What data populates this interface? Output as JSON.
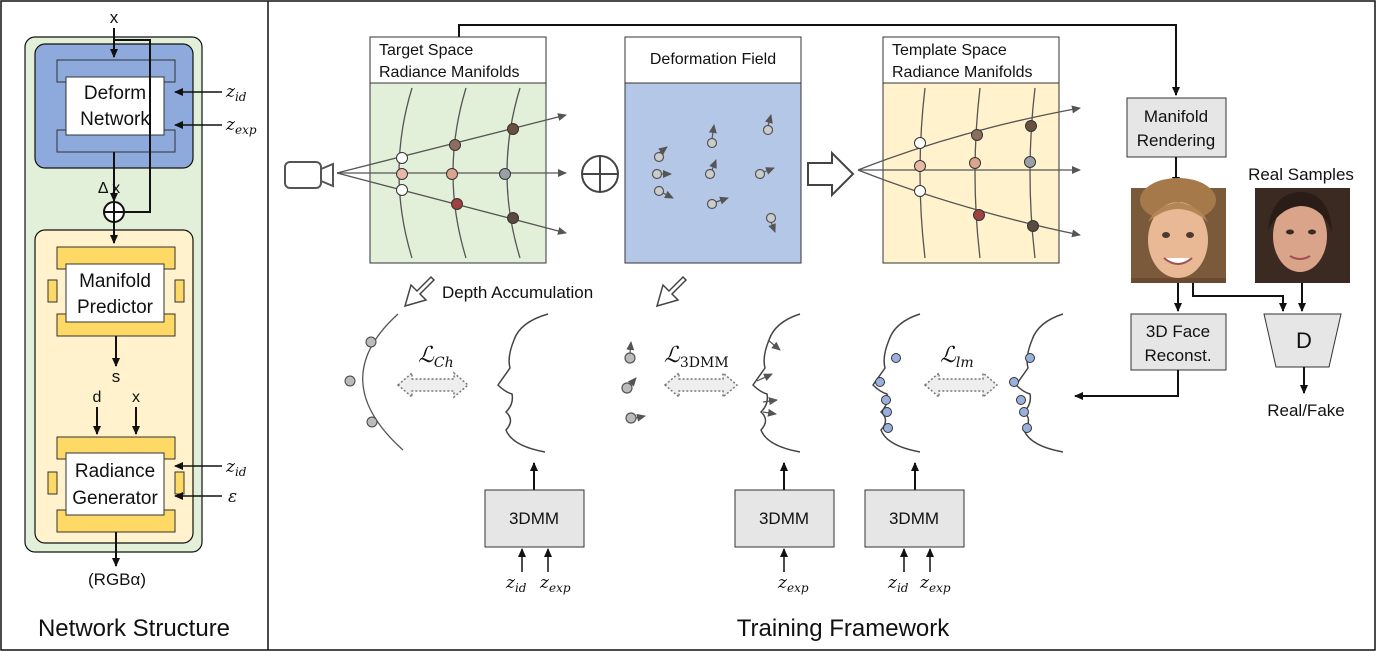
{
  "network": {
    "title": "Network Structure",
    "input_x": "x",
    "deform_line1": "Deform",
    "deform_line2": "Network",
    "z_id": "z",
    "z_id_sub": "id",
    "z_exp": "z",
    "z_exp_sub": "exp",
    "delta_x": "Δ x",
    "manifold_line1": "Manifold",
    "manifold_line2": "Predictor",
    "s": "s",
    "d": "d",
    "x2": "x",
    "radiance_line1": "Radiance",
    "radiance_line2": "Generator",
    "z_id2": "z",
    "z_id2_sub": "id",
    "epsilon": "ε",
    "output": "(RGBα)"
  },
  "training": {
    "title": "Training Framework",
    "target_title1": "Target Space",
    "target_title2": "Radiance Manifolds",
    "deformation_title": "Deformation Field",
    "template_title1": "Template Space",
    "template_title2": "Radiance Manifolds",
    "manifold_rendering1": "Manifold",
    "manifold_rendering2": "Rendering",
    "real_samples": "Real Samples",
    "face_reconst1": "3D Face",
    "face_reconst2": "Reconst.",
    "discriminator": "D",
    "real_fake": "Real/Fake",
    "depth_accumulation": "Depth Accumulation",
    "loss_ch_L": "ℒ",
    "loss_ch_sub": "Ch",
    "loss_3dmm_L": "ℒ",
    "loss_3dmm_sub": "3DMM",
    "loss_lm_L": "ℒ",
    "loss_lm_sub": "lm",
    "box_3dmm": "3DMM",
    "z": "z",
    "sub_id": "id",
    "sub_exp": "exp"
  },
  "colors": {
    "green_panel": "#e2efd9",
    "blue_block": "#8ea9db",
    "yellow_panel": "#fff2cc",
    "yellow_block": "#ffd966",
    "gray_box": "#e6e6e6"
  }
}
